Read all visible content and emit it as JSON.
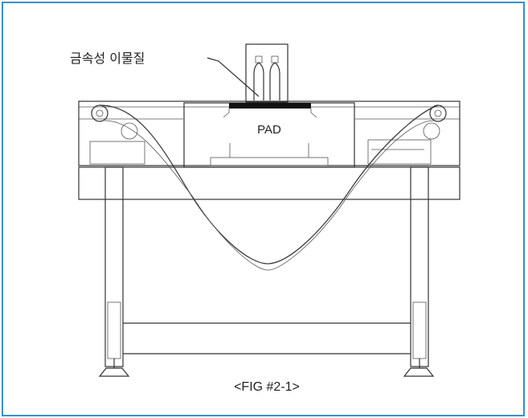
{
  "figure": {
    "annotation_label": "금속성 이물질",
    "pad_label": "PAD",
    "caption": "<FIG #2-1>",
    "border_color": "#3a8fc9"
  }
}
